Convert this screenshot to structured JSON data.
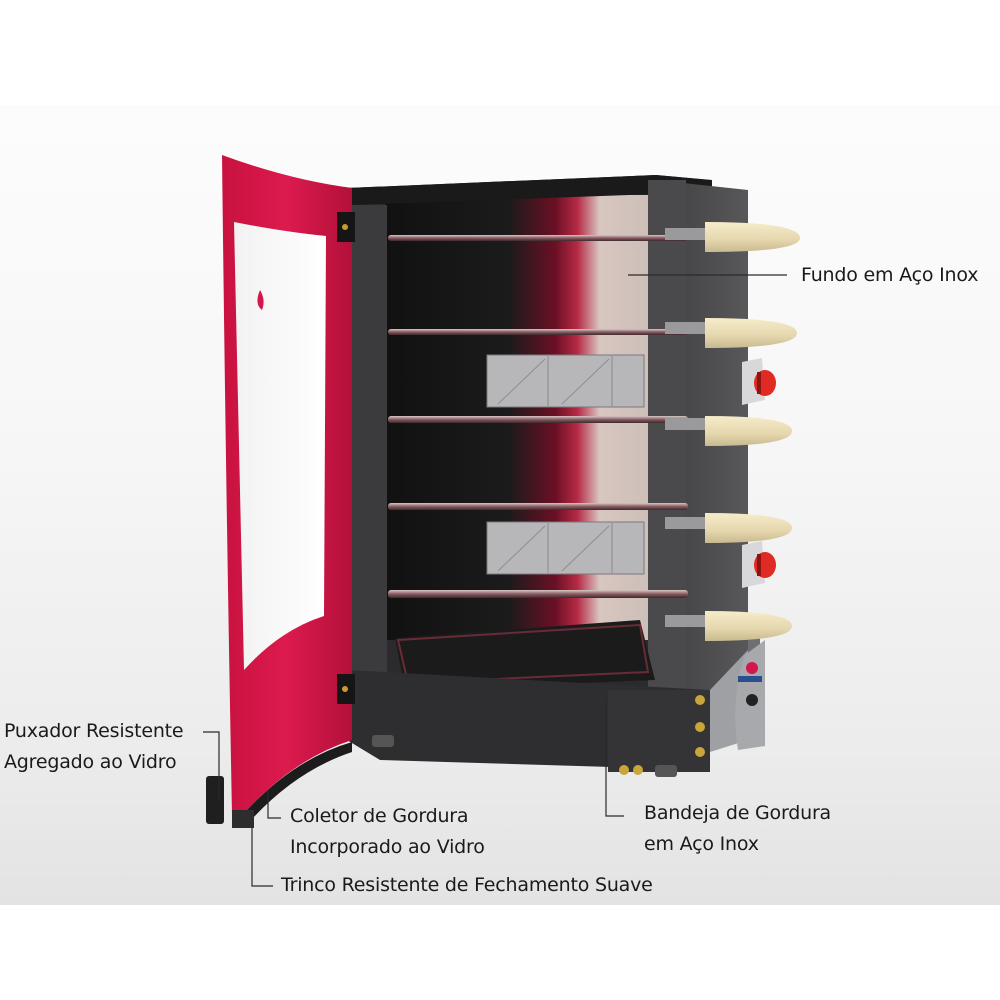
{
  "image": {
    "subject": "Vertical rotisserie oven with open curved glass door, 5 skewers",
    "background": "#ffffff",
    "accent_color": "#d3164b",
    "body_color": "#4a4a4c",
    "handle_color": "#e9dcb5",
    "knob_color": "#e02a24"
  },
  "callouts": [
    {
      "id": "fundo",
      "lines": [
        "Fundo em Aço Inox"
      ]
    },
    {
      "id": "puxador",
      "lines": [
        "Puxador Resistente",
        "Agregado ao Vidro"
      ]
    },
    {
      "id": "coletor",
      "lines": [
        "Coletor de Gordura",
        "Incorporado ao Vidro"
      ]
    },
    {
      "id": "bandeja",
      "lines": [
        "Bandeja de Gordura",
        "em Aço Inox"
      ]
    },
    {
      "id": "trinco",
      "lines": [
        "Trinco Resistente de Fechamento Suave"
      ]
    }
  ],
  "product": {
    "skewer_count": 5,
    "control_knobs": 2,
    "brand_mark": "flame-logo"
  }
}
